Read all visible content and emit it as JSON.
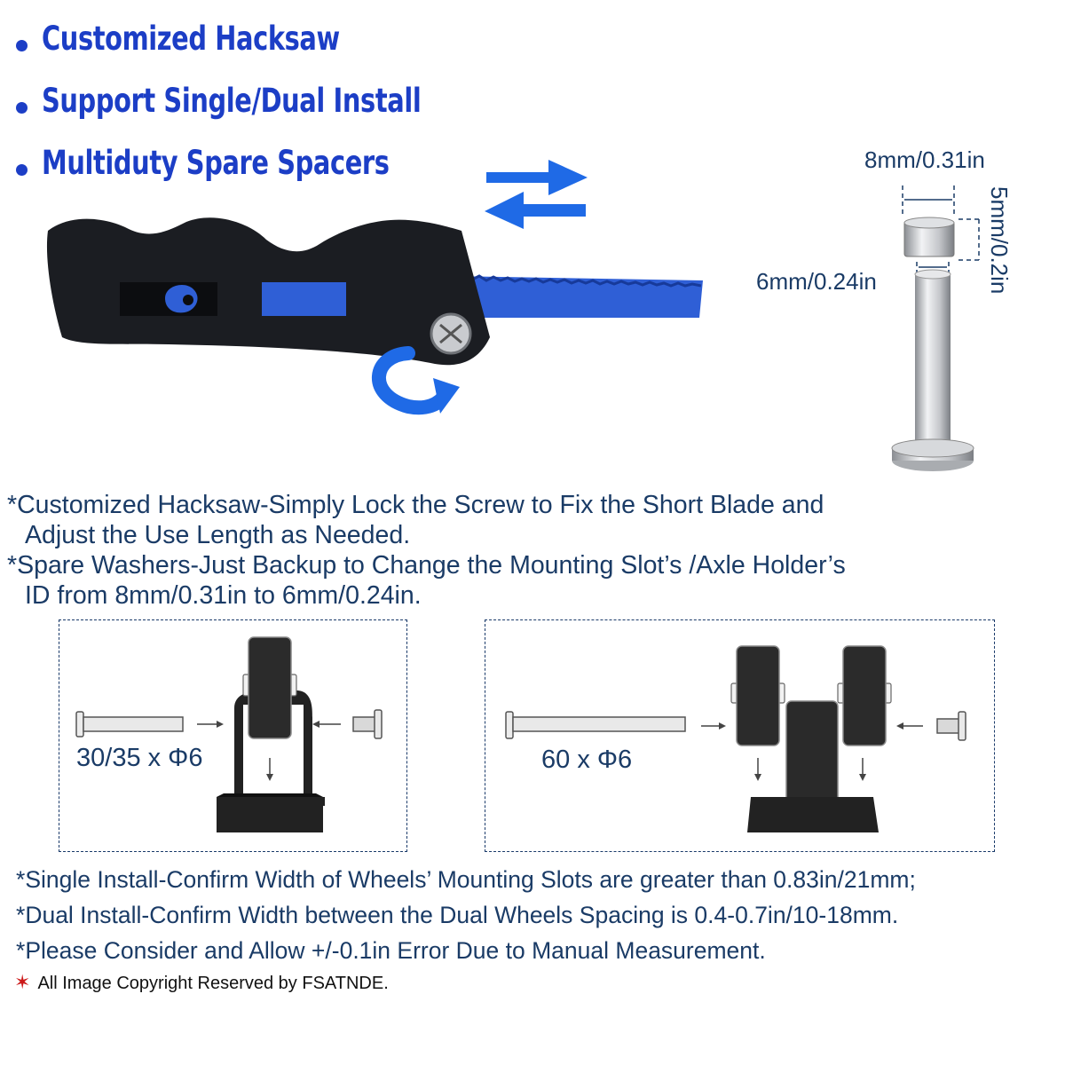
{
  "colors": {
    "headline": "#1c3ec6",
    "text": "#1a3b66",
    "blade": "#2f5fd6",
    "arrow": "#1f6ae6",
    "handle": "#1b1d22",
    "copyright_star": "#cc1a1a"
  },
  "features": [
    {
      "label": "Customized Hacksaw"
    },
    {
      "label": "Support Single/Dual Install"
    },
    {
      "label": "Multiduty Spare Spacers"
    }
  ],
  "spacer_dimensions": {
    "outer_diameter": "8mm/0.31in",
    "height": "5mm/0.2in",
    "inner_diameter": "6mm/0.24in"
  },
  "descriptions": {
    "hacksaw_line1": "*Customized Hacksaw-Simply Lock the Screw to Fix the Short Blade and",
    "hacksaw_line2": "Adjust the Use Length as Needed.",
    "washers_line1": "*Spare Washers-Just Backup to Change the Mounting Slot’s /Axle Holder’s",
    "washers_line2": "ID from 8mm/0.31in to 6mm/0.24in."
  },
  "panels": {
    "single": {
      "axle_label": "30/35 x Φ6"
    },
    "dual": {
      "axle_label": "60 x Φ6"
    }
  },
  "notes": [
    "*Single Install-Confirm Width of Wheels’ Mounting Slots are greater than 0.83in/21mm;",
    "*Dual Install-Confirm Width between the Dual Wheels Spacing is 0.4-0.7in/10-18mm.",
    "*Please Consider and Allow +/-0.1in Error Due to Manual Measurement."
  ],
  "copyright": {
    "star": "✶",
    "text": "All Image Copyright Reserved by FSATNDE."
  }
}
